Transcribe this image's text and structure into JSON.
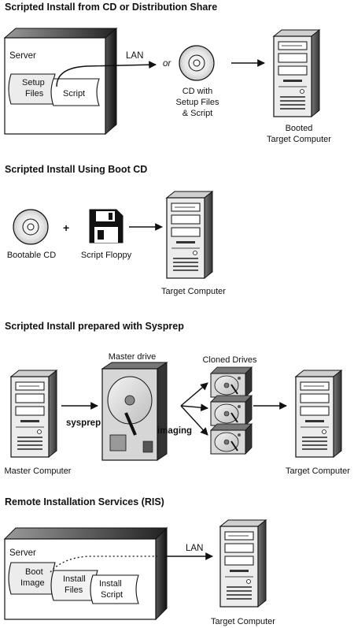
{
  "sections": [
    {
      "title": "Scripted Install from CD or Distribution Share",
      "server_label": "Server",
      "setup_files": "Setup Files",
      "setup_files_lines": [
        "Setup",
        "Files"
      ],
      "script": "Script",
      "lan": "LAN",
      "or": "or",
      "cd_caption_lines": [
        "CD with",
        "Setup Files",
        "& Script"
      ],
      "target_caption_lines": [
        "Booted",
        "Target Computer"
      ]
    },
    {
      "title": "Scripted Install Using Boot CD",
      "bootable_cd": "Bootable CD",
      "plus": "+",
      "script_floppy": "Script Floppy",
      "target": "Target Computer"
    },
    {
      "title": "Scripted Install prepared with Sysprep",
      "master_drive": "Master drive",
      "cloned_drives": "Cloned Drives",
      "sysprep": "sysprep",
      "imaging": "imaging",
      "master_computer": "Master Computer",
      "target": "Target Computer"
    },
    {
      "title": "Remote Installation Services (RIS)",
      "server_label": "Server",
      "boot_image_lines": [
        "Boot",
        "Image"
      ],
      "install_files_lines": [
        "Install",
        "Files"
      ],
      "install_script_lines": [
        "Install",
        "Script"
      ],
      "lan": "LAN",
      "target": "Target Computer"
    }
  ]
}
